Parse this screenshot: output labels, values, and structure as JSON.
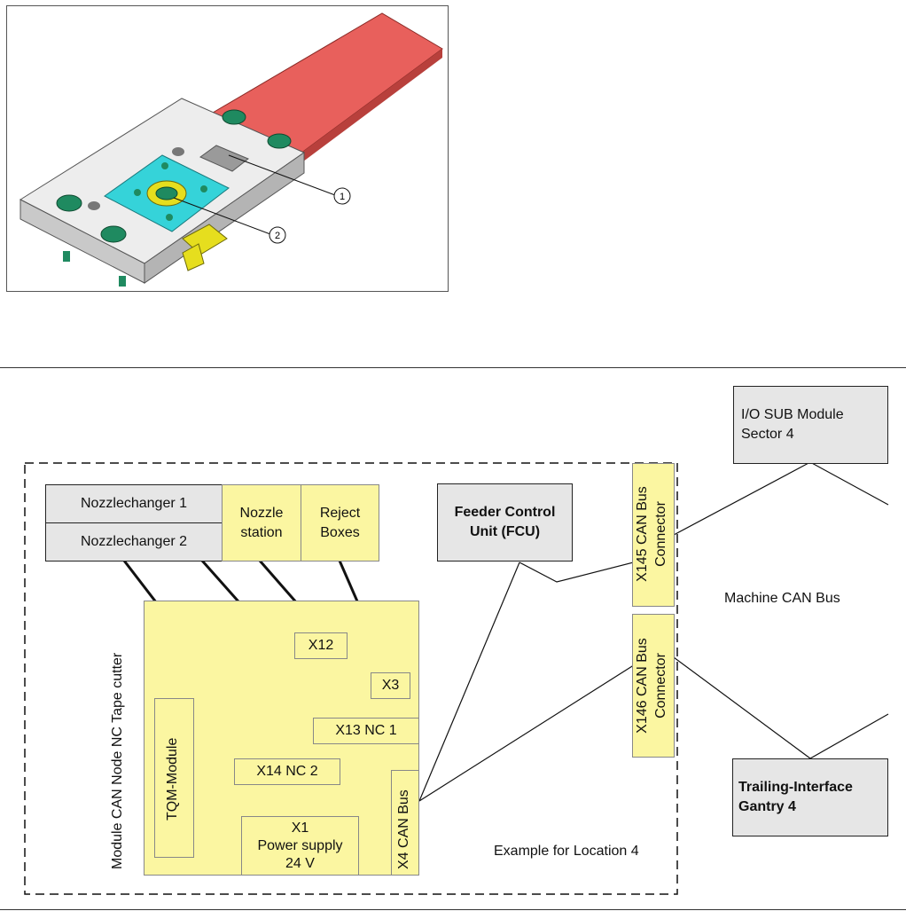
{
  "figure": {
    "callouts": [
      "1",
      "2"
    ]
  },
  "schematic": {
    "module_label": "Module CAN Node NC Tape cutter",
    "nozzlechanger_1": "Nozzlechanger 1",
    "nozzlechanger_2": "Nozzlechanger 2",
    "nozzle_station": "Nozzle\nstation",
    "reject_boxes": "Reject\nBoxes",
    "fcu": "Feeder Control\nUnit (FCU)",
    "x145": "X145 CAN Bus\nConnector",
    "x146": "X146 CAN Bus\nConnector",
    "io_sub": "I/O SUB Module\nSector  4",
    "machine_can_bus": "Machine CAN Bus",
    "x12": "X12",
    "x3": "X3",
    "x13": "X13 NC 1",
    "x14": "X14 NC 2",
    "tqm": "TQM-Module",
    "x1": "X1\nPower supply\n24 V",
    "x4": "X4 CAN Bus",
    "trailing_interface": "Trailing-Interface\nGantry  4",
    "example_location": "Example for Location 4"
  },
  "colors": {
    "yellow_box": "#fbf6a1",
    "grey_box": "#e6e6e6",
    "part_red": "#e8605c",
    "part_cyan": "#35d3d9",
    "part_green": "#1f8a60",
    "part_yellow": "#e6de1e",
    "part_grey": "#e4e4e4"
  }
}
